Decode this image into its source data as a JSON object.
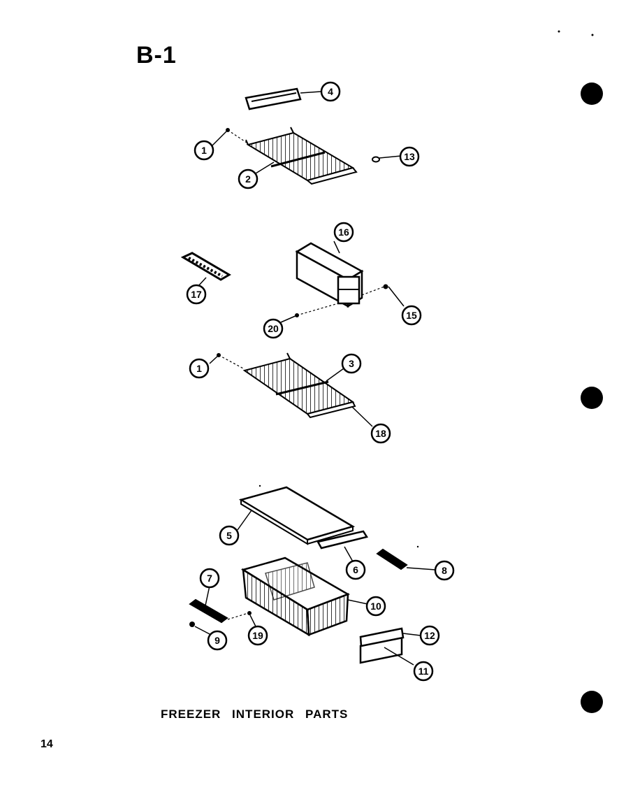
{
  "page": {
    "title": "B-1",
    "caption": "FREEZER INTERIOR PARTS",
    "page_number": "14"
  },
  "callouts": [
    "1",
    "2",
    "13",
    "4",
    "16",
    "17",
    "20",
    "15",
    "1",
    "3",
    "18",
    "5",
    "6",
    "8",
    "7",
    "10",
    "9",
    "19",
    "12",
    "11"
  ]
}
